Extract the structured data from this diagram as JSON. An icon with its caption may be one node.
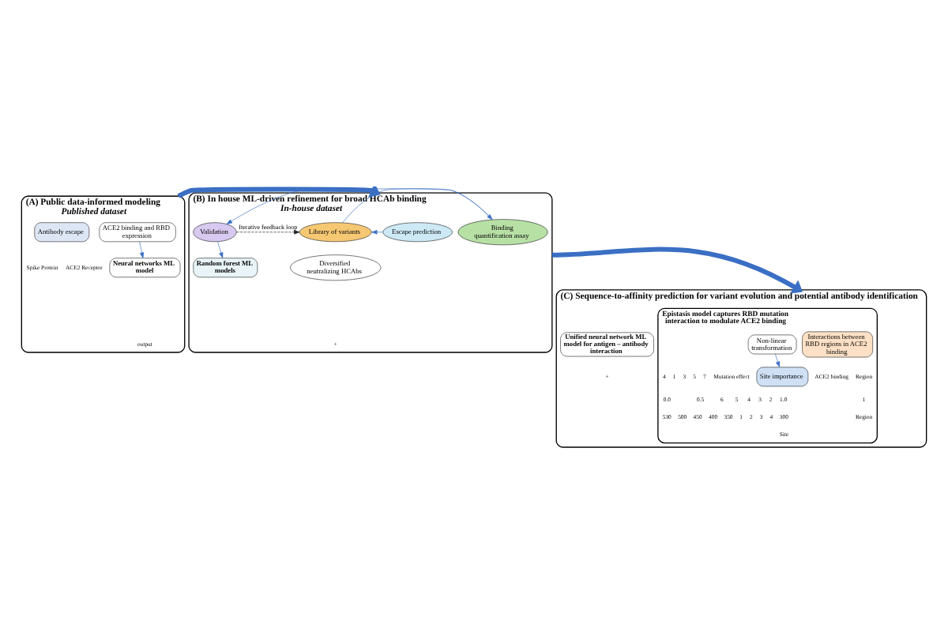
{
  "diagram": {
    "nodes": [
      {
        "text": [
          "(A) Public data-informed modeling",
          "Published dataset"
        ]
      },
      {
        "text": [
          "ACE2 binding and RBD expression"
        ],
        "in": 0
      },
      {
        "text": [
          "Antibody escape"
        ],
        "in": 0
      },
      {
        "text": [
          "Neural networks ML model"
        ],
        "in": 0
      },
      {
        "text": [
          "(B) In house ML-driven refinement for broad HCAb binding",
          "In-house dataset"
        ]
      },
      {
        "text": [
          "Escape prediction"
        ],
        "in": 4
      },
      {
        "text": [
          "Library of variants"
        ],
        "in": 4
      },
      {
        "text": [
          "Binding quantification assay"
        ],
        "in": 4
      },
      {
        "text": [
          "Validation"
        ],
        "in": 4
      },
      {
        "text": [
          "Diversified neutralizing HCAbs"
        ],
        "in": 4
      },
      {
        "text": [
          "Random forest ML models"
        ],
        "in": 4
      },
      {
        "text": [
          "(C) Sequence-to-affinity prediction for variant evolution and potential antibody identification"
        ]
      },
      {
        "text": [
          "Epistasis model captures RBD mutation interaction to modulate ACE2 binding"
        ],
        "in": 11
      },
      {
        "text": [
          "Interactions between RBD regions in ACE2 binding"
        ],
        "in": 12
      },
      {
        "text": [
          "Non-linear transformation"
        ],
        "in": 12
      },
      {
        "text": [
          "Site importance"
        ],
        "in": 12
      },
      {
        "text": [
          "Unified neural network ML model for antigen – antibody interaction"
        ],
        "in": 11
      }
    ],
    "edges": [
      {
        "from": 1,
        "to": 3,
        "arrow": "to"
      },
      {
        "from": 0,
        "to": 4,
        "arrow": "to",
        "style": "thick"
      },
      {
        "from": 5,
        "to": 6,
        "arrow": "to"
      },
      {
        "from": 6,
        "to": 7,
        "arrow": "to"
      },
      {
        "from": 7,
        "to": 8,
        "arrow": "to"
      },
      {
        "from": 8,
        "to": 6,
        "arrow": "to",
        "label": "Iterative feedback loop",
        "style": "dashed",
        "color": "#222222"
      },
      {
        "from": 8,
        "to": 10,
        "arrow": "to"
      },
      {
        "from": 4,
        "to": 11,
        "arrow": "to",
        "style": "thick"
      },
      {
        "from": 14,
        "to": 15,
        "arrow": "to"
      }
    ],
    "labels": [
      "ACE2 Receptor",
      "Spike Protein",
      "output",
      "+",
      "ACE2 binding",
      "Mutation effect",
      "Region",
      "7",
      "5",
      "3",
      "1",
      "4",
      "1",
      "2",
      "3",
      "4",
      "5",
      "6",
      "Region",
      "4",
      "3",
      "2",
      "1",
      "1.0",
      "0.5",
      "0.0",
      "300",
      "350",
      "400",
      "450",
      "500",
      "530",
      "Site",
      "+"
    ]
  }
}
